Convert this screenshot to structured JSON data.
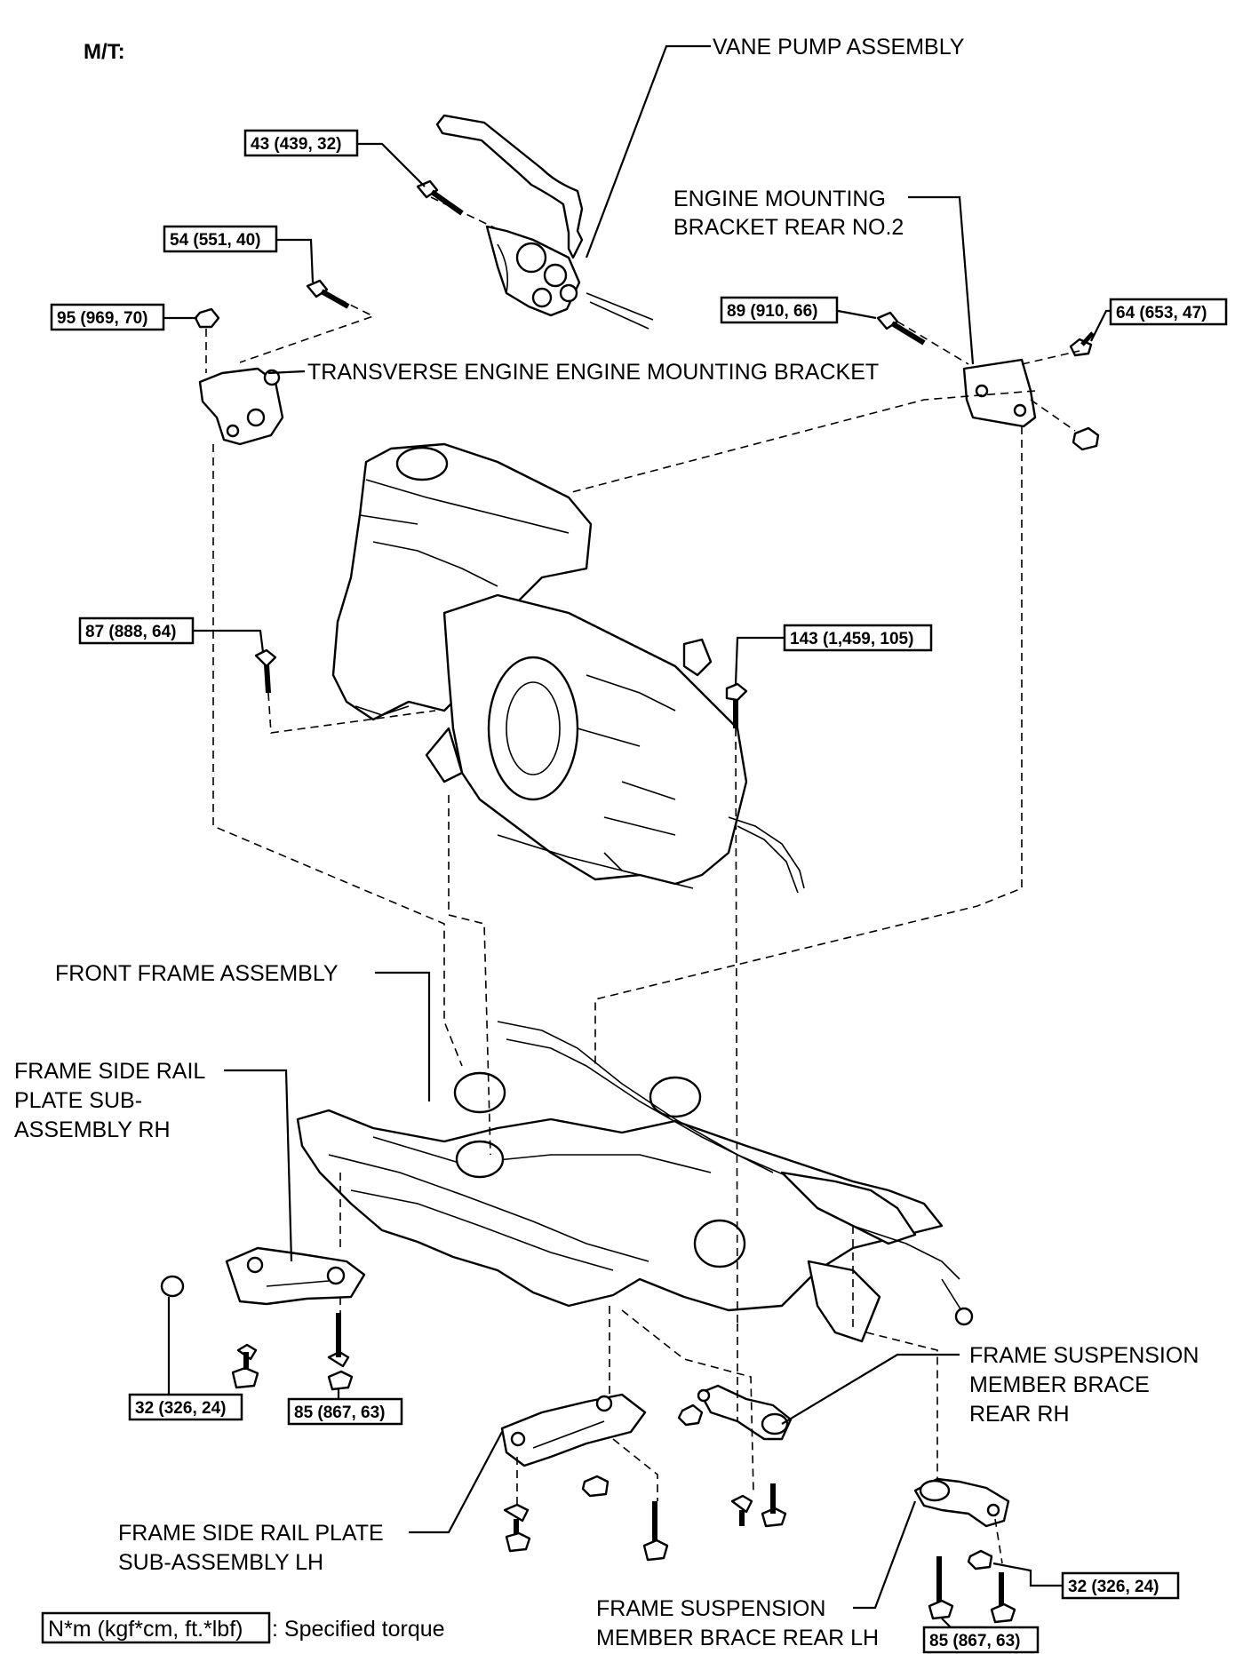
{
  "header": {
    "label": "M/T:"
  },
  "part_labels": {
    "vane_pump": "VANE PUMP ASSEMBLY",
    "engine_mount_rear_no2_line1": "ENGINE MOUNTING",
    "engine_mount_rear_no2_line2": "BRACKET REAR NO.2",
    "transverse_bracket": "TRANSVERSE ENGINE ENGINE MOUNTING BRACKET",
    "front_frame": "FRONT FRAME ASSEMBLY",
    "side_rail_rh_line1": "FRAME SIDE RAIL",
    "side_rail_rh_line2": "PLATE SUB-",
    "side_rail_rh_line3": "ASSEMBLY RH",
    "brace_rear_rh_line1": "FRAME SUSPENSION",
    "brace_rear_rh_line2": "MEMBER BRACE",
    "brace_rear_rh_line3": "REAR RH",
    "side_rail_lh_line1": "FRAME SIDE RAIL PLATE",
    "side_rail_lh_line2": "SUB-ASSEMBLY LH",
    "brace_rear_lh_line1": "FRAME SUSPENSION",
    "brace_rear_lh_line2": "MEMBER BRACE REAR LH"
  },
  "torque_specs": {
    "t43": "43 (439, 32)",
    "t54": "54 (551, 40)",
    "t95": "95 (969, 70)",
    "t89": "89 (910, 66)",
    "t64": "64 (653, 47)",
    "t87": "87 (888, 64)",
    "t143": "143 (1,459, 105)",
    "t32a": "32 (326, 24)",
    "t85a": "85 (867, 63)",
    "t32b": "32 (326, 24)",
    "t85b": "85 (867, 63)"
  },
  "legend": {
    "unit": "N*m (kgf*cm, ft.*lbf)",
    "desc": ": Specified torque"
  }
}
